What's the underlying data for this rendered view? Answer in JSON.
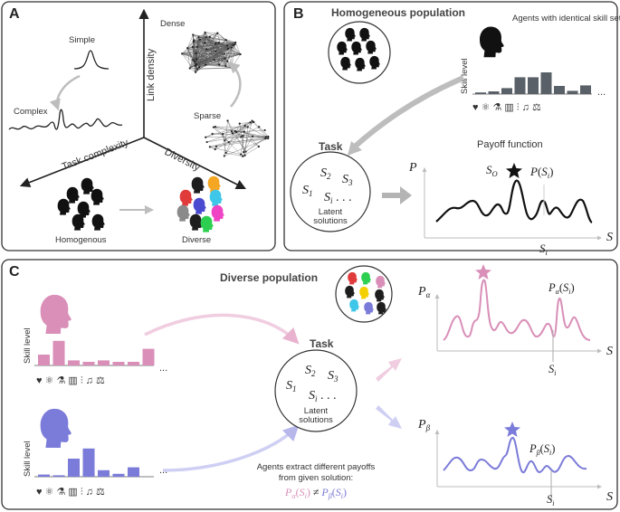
{
  "panelA": {
    "letter": "A",
    "axes": {
      "link_density": "Link density",
      "task_complexity": "Task complexity",
      "diversity": "Diversity"
    },
    "labels": {
      "simple": "Simple",
      "complex": "Complex",
      "dense": "Dense",
      "sparse": "Sparse",
      "homogenous": "Homogenous",
      "diverse": "Diverse"
    }
  },
  "panelB": {
    "letter": "B",
    "title": "Homogeneous population",
    "agents_note": "Agents with identical skill sets",
    "skill_level": "Skill level",
    "ellipsis": "...",
    "skill_values": [
      0.06,
      0.1,
      0.22,
      0.62,
      0.62,
      0.8,
      0.3,
      0.12,
      0.32
    ],
    "task_title": "Task",
    "solutions": [
      "S1",
      "S2",
      "S3",
      "Si ..."
    ],
    "latent": "Latent solutions",
    "payoff_title": "Payoff function",
    "p_axis": "P",
    "s_axis": "S",
    "so": "SO",
    "ps": "P(Si)",
    "si": "Si"
  },
  "panelC": {
    "letter": "C",
    "title": "Diverse population",
    "skill_level": "Skill level",
    "ellipsis": "...",
    "skills_alpha": [
      0.3,
      0.68,
      0.14,
      0.1,
      0.14,
      0.1,
      0.1,
      0.46
    ],
    "skills_beta": [
      0.06,
      0.04,
      0.5,
      0.78,
      0.18,
      0.08,
      0.26
    ],
    "task_title": "Task",
    "latent": "Latent solutions",
    "p_alpha": "Pα",
    "p_beta": "Pβ",
    "p_alpha_si": "Pα(Si)",
    "p_beta_si": "Pβ(Si)",
    "s_axis": "S",
    "si": "Si",
    "extract_line1": "Agents extract different payoffs",
    "extract_line2": "from given solution:",
    "inequality_left": "Pα(Si)",
    "inequality_op": "≠",
    "inequality_right": "Pβ(Si)"
  },
  "colors": {
    "alpha": "#d98fb8",
    "beta": "#7b7bd9",
    "gray_bar": "#5a6068",
    "arrow_gray": "#b8b8b8"
  }
}
